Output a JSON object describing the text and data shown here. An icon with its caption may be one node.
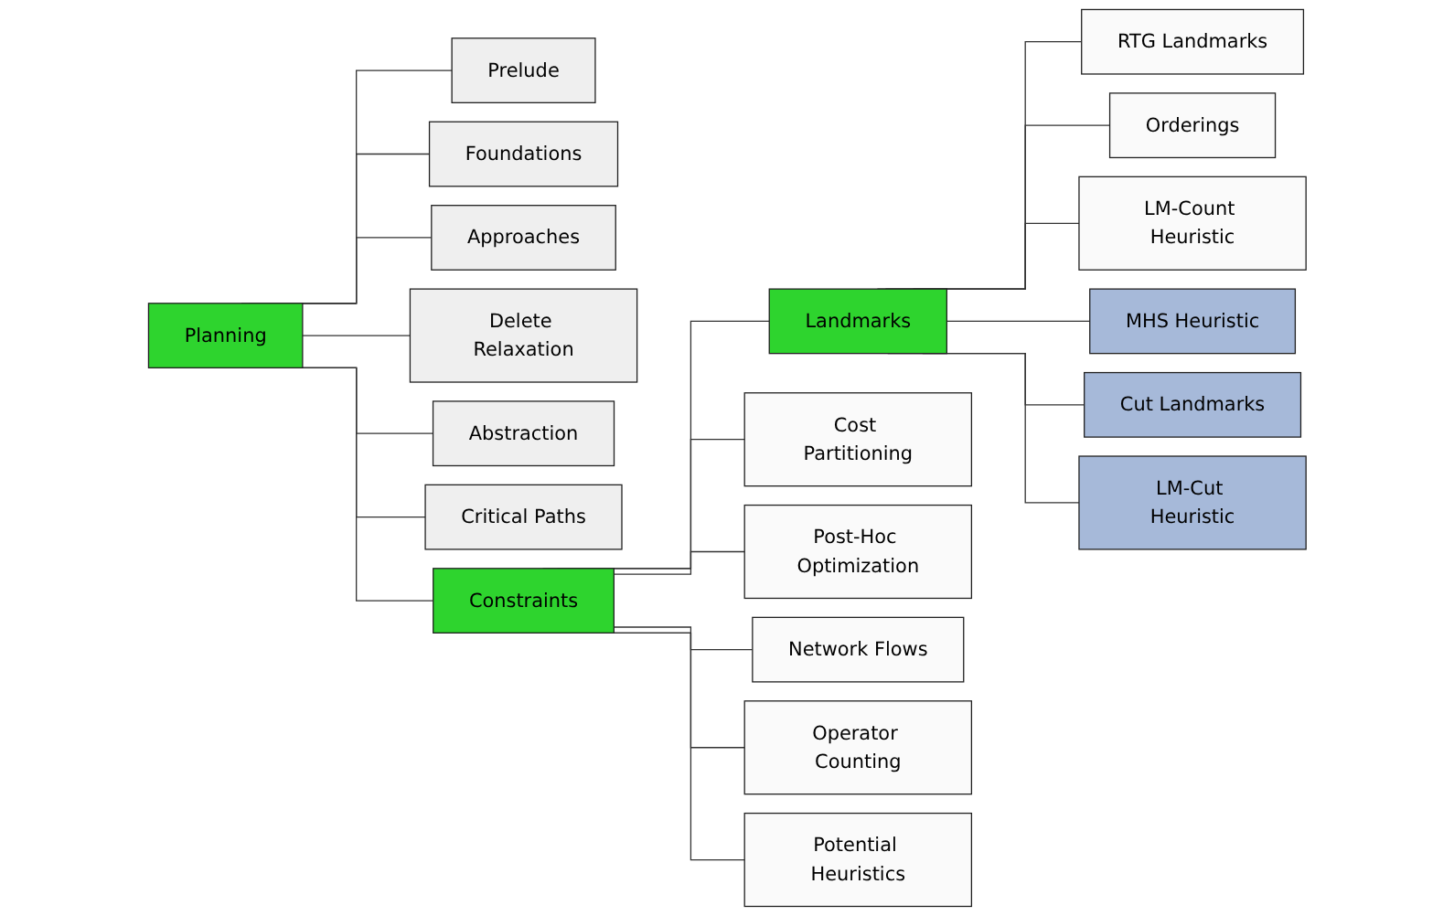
{
  "diagram": {
    "nodes": [
      {
        "text": [
          "Planning"
        ]
      },
      {
        "text": [
          "Prelude"
        ]
      },
      {
        "text": [
          "Foundations"
        ]
      },
      {
        "text": [
          "Approaches"
        ]
      },
      {
        "text": [
          "Delete Relaxation"
        ]
      },
      {
        "text": [
          "Abstraction"
        ]
      },
      {
        "text": [
          "Critical Paths"
        ]
      },
      {
        "text": [
          "Constraints"
        ]
      },
      {
        "text": [
          "Landmarks"
        ]
      },
      {
        "text": [
          "Cost Partitioning"
        ]
      },
      {
        "text": [
          "Post-Hoc Optimization"
        ]
      },
      {
        "text": [
          "Network Flows"
        ]
      },
      {
        "text": [
          "Operator Counting"
        ]
      },
      {
        "text": [
          "Potential Heuristics"
        ]
      },
      {
        "text": [
          "RTG Landmarks"
        ]
      },
      {
        "text": [
          "Orderings"
        ]
      },
      {
        "text": [
          "LM-Count Heuristic"
        ]
      },
      {
        "text": [
          "MHS Heuristic"
        ]
      },
      {
        "text": [
          "Cut Landmarks"
        ]
      },
      {
        "text": [
          "LM-Cut Heuristic"
        ]
      }
    ],
    "edges": [
      {
        "from": 0,
        "to": 1,
        "arrow": "none"
      },
      {
        "from": 0,
        "to": 2,
        "arrow": "none"
      },
      {
        "from": 0,
        "to": 3,
        "arrow": "none"
      },
      {
        "from": 0,
        "to": 4,
        "arrow": "none"
      },
      {
        "from": 0,
        "to": 5,
        "arrow": "none"
      },
      {
        "from": 0,
        "to": 6,
        "arrow": "none"
      },
      {
        "from": 0,
        "to": 7,
        "arrow": "none"
      },
      {
        "from": 7,
        "to": 8,
        "arrow": "none"
      },
      {
        "from": 7,
        "to": 9,
        "arrow": "none"
      },
      {
        "from": 7,
        "to": 10,
        "arrow": "none"
      },
      {
        "from": 7,
        "to": 11,
        "arrow": "none"
      },
      {
        "from": 7,
        "to": 12,
        "arrow": "none"
      },
      {
        "from": 7,
        "to": 13,
        "arrow": "none"
      },
      {
        "from": 8,
        "to": 14,
        "arrow": "none"
      },
      {
        "from": 8,
        "to": 15,
        "arrow": "none"
      },
      {
        "from": 8,
        "to": 16,
        "arrow": "none"
      },
      {
        "from": 8,
        "to": 17,
        "arrow": "none"
      },
      {
        "from": 8,
        "to": 18,
        "arrow": "none"
      },
      {
        "from": 8,
        "to": 19,
        "arrow": "none"
      }
    ]
  }
}
